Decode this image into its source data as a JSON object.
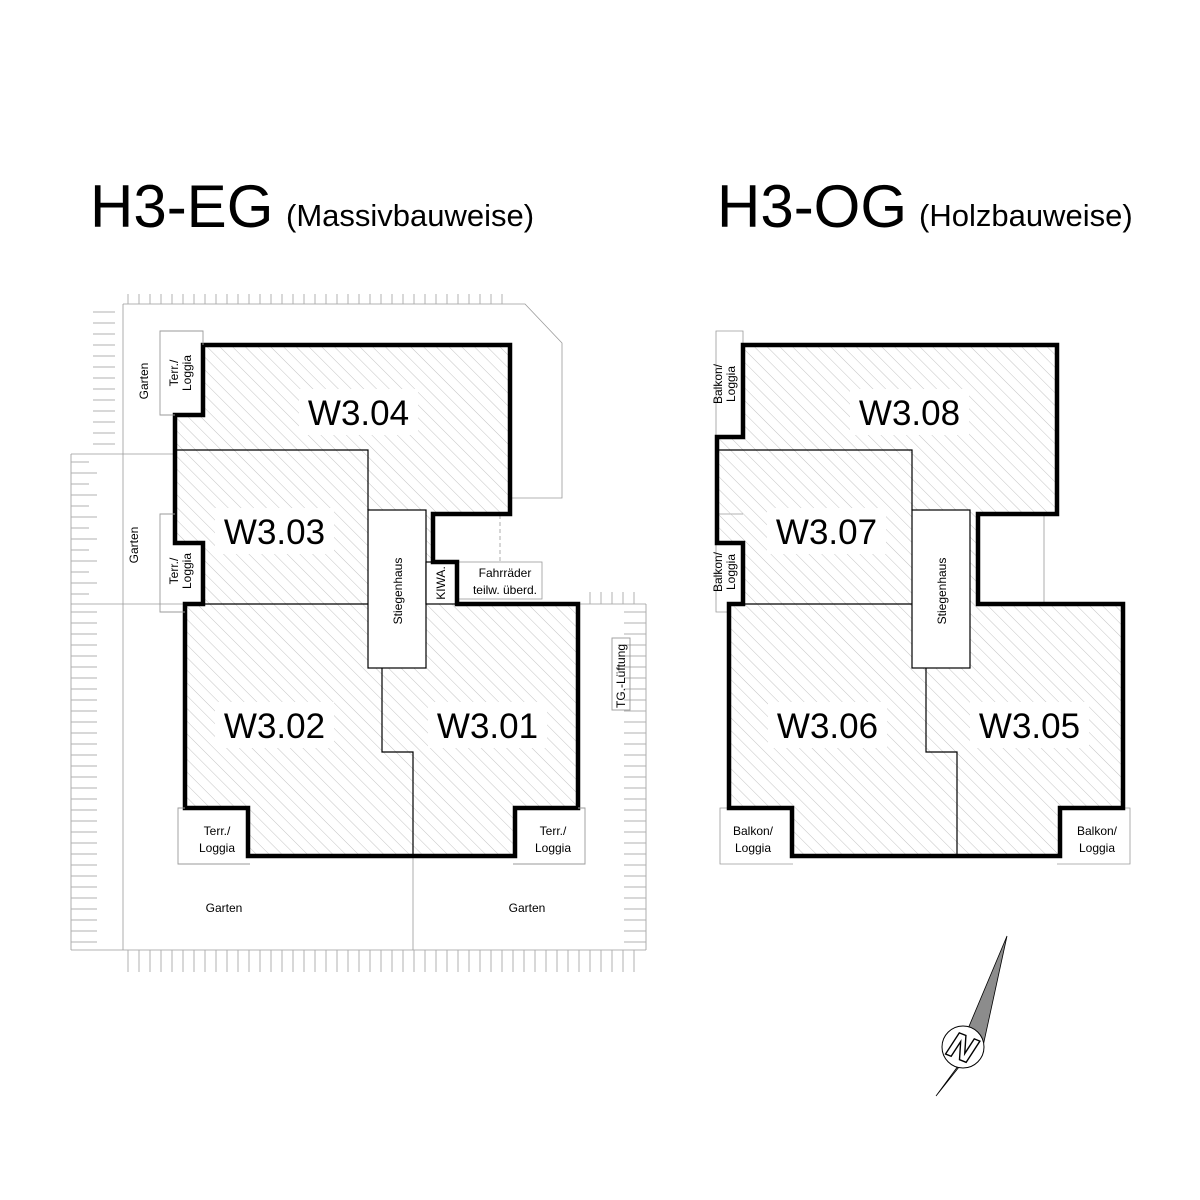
{
  "titles": {
    "eg": {
      "main": "H3-EG",
      "sub": "(Massivbauweise)"
    },
    "og": {
      "main": "H3-OG",
      "sub": "(Holzbauweise)"
    }
  },
  "eg": {
    "units": {
      "w304": "W3.04",
      "w303": "W3.03",
      "w302": "W3.02",
      "w301": "W3.01"
    },
    "stair": "Stiegenhaus",
    "kiwa": "KIWA.",
    "bikes": [
      "Fahrräder",
      "teilw. überd."
    ],
    "vent": "TG.-Lüftung",
    "terrace": [
      "Terr./",
      "Loggia"
    ],
    "garden": "Garten"
  },
  "og": {
    "units": {
      "w308": "W3.08",
      "w307": "W3.07",
      "w306": "W3.06",
      "w305": "W3.05"
    },
    "stair": "Stiegenhaus",
    "balcony": [
      "Balkon/",
      "Loggia"
    ]
  },
  "compass": {
    "letter": "N"
  },
  "colors": {
    "walls": "#000000",
    "hatch": "#bdbdbd",
    "thin": "#9a9a9a",
    "ticks": "#b0b0b0",
    "compass": "#8c8c8c"
  }
}
